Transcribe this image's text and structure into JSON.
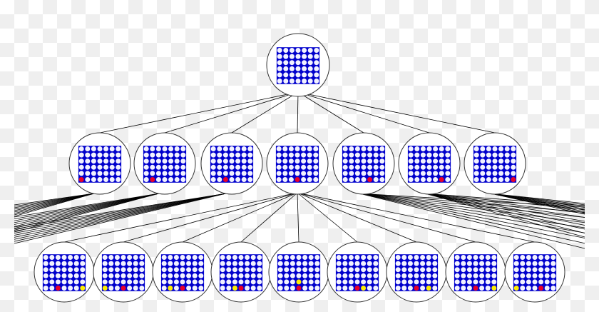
{
  "diagram": {
    "type": "game-tree",
    "board": {
      "columns": 7,
      "rows": 6
    },
    "colors": {
      "board": "#0000cc",
      "hole": "#f2f2ff",
      "red": "#e8002a",
      "yellow": "#ffee00",
      "edge": "#000000",
      "node_outline": "#333333"
    },
    "root": {
      "pieces": []
    },
    "level1": [
      {
        "pieces": [
          {
            "col": 0,
            "row": 0,
            "color": "red"
          }
        ],
        "expanded": false
      },
      {
        "pieces": [
          {
            "col": 1,
            "row": 0,
            "color": "red"
          }
        ],
        "expanded": false
      },
      {
        "pieces": [
          {
            "col": 2,
            "row": 0,
            "color": "red"
          }
        ],
        "expanded": false
      },
      {
        "pieces": [
          {
            "col": 3,
            "row": 0,
            "color": "red"
          }
        ],
        "expanded": true
      },
      {
        "pieces": [
          {
            "col": 4,
            "row": 0,
            "color": "red"
          }
        ],
        "expanded": false
      },
      {
        "pieces": [
          {
            "col": 5,
            "row": 0,
            "color": "red"
          }
        ],
        "expanded": false
      },
      {
        "pieces": [
          {
            "col": 6,
            "row": 0,
            "color": "red"
          }
        ],
        "expanded": false
      }
    ],
    "level2": [
      {
        "pieces": [
          {
            "col": 2,
            "row": 0,
            "color": "red"
          },
          {
            "col": 6,
            "row": 0,
            "color": "yellow"
          }
        ]
      },
      {
        "pieces": [
          {
            "col": 0,
            "row": 0,
            "color": "yellow"
          },
          {
            "col": 3,
            "row": 0,
            "color": "red"
          }
        ]
      },
      {
        "pieces": [
          {
            "col": 1,
            "row": 0,
            "color": "yellow"
          },
          {
            "col": 3,
            "row": 0,
            "color": "red"
          }
        ]
      },
      {
        "pieces": [
          {
            "col": 2,
            "row": 0,
            "color": "yellow"
          },
          {
            "col": 3,
            "row": 0,
            "color": "red"
          }
        ]
      },
      {
        "pieces": [
          {
            "col": 3,
            "row": 0,
            "color": "red"
          },
          {
            "col": 3,
            "row": 1,
            "color": "yellow"
          }
        ]
      },
      {
        "pieces": [
          {
            "col": 3,
            "row": 0,
            "color": "red"
          },
          {
            "col": 4,
            "row": 0,
            "color": "yellow"
          }
        ]
      },
      {
        "pieces": [
          {
            "col": 3,
            "row": 0,
            "color": "red"
          },
          {
            "col": 5,
            "row": 0,
            "color": "yellow"
          }
        ]
      },
      {
        "pieces": [
          {
            "col": 3,
            "row": 0,
            "color": "red"
          },
          {
            "col": 6,
            "row": 0,
            "color": "yellow"
          }
        ]
      },
      {
        "pieces": [
          {
            "col": 0,
            "row": 0,
            "color": "yellow"
          },
          {
            "col": 4,
            "row": 0,
            "color": "red"
          }
        ]
      }
    ]
  }
}
